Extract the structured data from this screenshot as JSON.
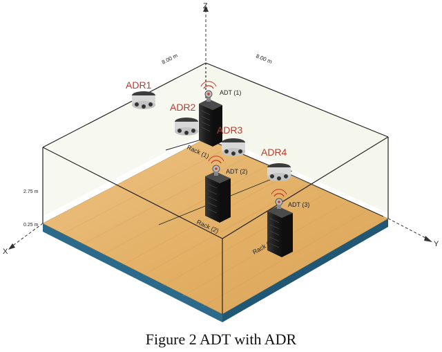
{
  "axes": {
    "x": "X",
    "y": "Y",
    "z": "Z"
  },
  "dimensions": {
    "width_left": "8.00 m",
    "width_right": "8.00 m",
    "height_upper": "2.75 m",
    "height_lower": "0.25 m"
  },
  "readers": [
    "ADR1",
    "ADR2",
    "ADR3",
    "ADR4"
  ],
  "tags": [
    "ADT (1)",
    "ADT (2)",
    "ADT (3)"
  ],
  "racks": [
    "Rack (1)",
    "Rack (2)",
    "Rack (3)"
  ],
  "caption": "Figure 2 ADT with ADR",
  "colors": {
    "floor": "#e3b66f",
    "floor_edge": "#2c6a8c",
    "wall": "#f6f7ec",
    "reader_label": "#c0392b",
    "rack": "#1e1e1e"
  }
}
